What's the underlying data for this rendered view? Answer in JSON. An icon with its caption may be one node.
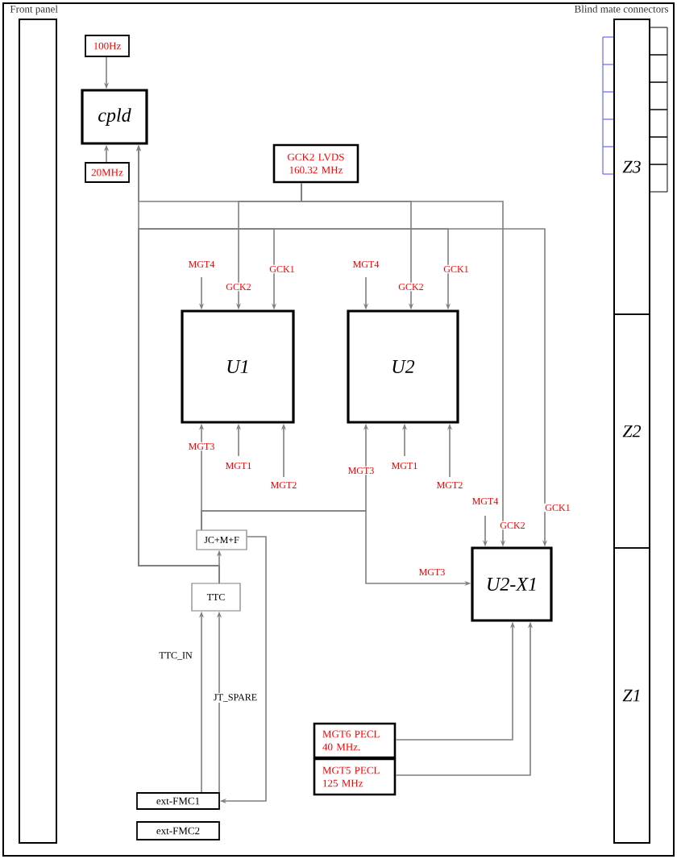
{
  "diagram": {
    "nodes": [
      {
        "text": [
          "Front panel"
        ]
      },
      {
        "text": [
          "Blind mate connectors"
        ]
      },
      {
        "text": [
          "Z3"
        ],
        "in": 1
      },
      {
        "text": [
          "Z2"
        ],
        "in": 1
      },
      {
        "text": [
          "Z1"
        ],
        "in": 1
      },
      {
        "text": [
          "100Hz"
        ]
      },
      {
        "text": [
          "cpld"
        ]
      },
      {
        "text": [
          "20MHz"
        ]
      },
      {
        "text": [
          "GCK2 LVDS 160.32 MHz"
        ]
      },
      {
        "text": [
          "U1"
        ]
      },
      {
        "text": [
          "U2"
        ]
      },
      {
        "text": [
          "JC+M+F"
        ]
      },
      {
        "text": [
          "U2-X1"
        ]
      },
      {
        "text": [
          "TTC"
        ]
      },
      {
        "text": [
          "ext-FMC1"
        ]
      },
      {
        "text": [
          "ext-FMC2"
        ]
      },
      {
        "text": [
          "MGT6 PECL 40 MHz."
        ]
      },
      {
        "text": [
          "MGT5 PECL 125 MHz"
        ]
      }
    ],
    "edges": [
      {
        "from": 5,
        "to": 6,
        "arrow": "to"
      },
      {
        "from": 7,
        "to": 6,
        "arrow": "to"
      },
      {
        "from": 8,
        "to": 6,
        "arrow": "to"
      },
      {
        "from": 8,
        "to": 9,
        "arrow": "to",
        "label": "GCK2"
      },
      {
        "from": 8,
        "to": 10,
        "arrow": "to",
        "label": "GCK2"
      },
      {
        "from": 8,
        "to": 12,
        "arrow": "to",
        "label": "GCK2"
      },
      {
        "from": 13,
        "to": 6,
        "arrow": "to"
      },
      {
        "from": 13,
        "to": 9,
        "arrow": "to",
        "label": "GCK1"
      },
      {
        "from": 13,
        "to": 10,
        "arrow": "to",
        "label": "GCK1"
      },
      {
        "from": 13,
        "to": 12,
        "arrow": "to",
        "label": "GCK1"
      },
      {
        "from": 13,
        "to": 11,
        "arrow": "to"
      },
      {
        "from": 11,
        "to": 9,
        "arrow": "to",
        "label": "MGT3"
      },
      {
        "from": 11,
        "to": 10,
        "arrow": "to",
        "label": "MGT3"
      },
      {
        "from": 11,
        "to": 12,
        "arrow": "to",
        "label": "MGT3"
      },
      {
        "from": 14,
        "to": 13,
        "arrow": "to",
        "label": "TTC_IN"
      },
      {
        "from": 14,
        "to": 13,
        "arrow": "to"
      },
      {
        "from": 11,
        "to": 14,
        "arrow": "to",
        "label": "JT_SPARE"
      },
      {
        "from": 16,
        "to": 12,
        "arrow": "to"
      },
      {
        "from": 17,
        "to": 12,
        "arrow": "to"
      },
      {
        "from": null,
        "to": 9,
        "arrow": "to",
        "label": "MGT4"
      },
      {
        "from": null,
        "to": 9,
        "arrow": "to",
        "label": "MGT1"
      },
      {
        "from": null,
        "to": 9,
        "arrow": "to",
        "label": "MGT2"
      },
      {
        "from": null,
        "to": 10,
        "arrow": "to",
        "label": "MGT4"
      },
      {
        "from": null,
        "to": 10,
        "arrow": "to",
        "label": "MGT1"
      },
      {
        "from": null,
        "to": 10,
        "arrow": "to",
        "label": "MGT2"
      },
      {
        "from": null,
        "to": 12,
        "arrow": "to",
        "label": "MGT4"
      }
    ]
  }
}
